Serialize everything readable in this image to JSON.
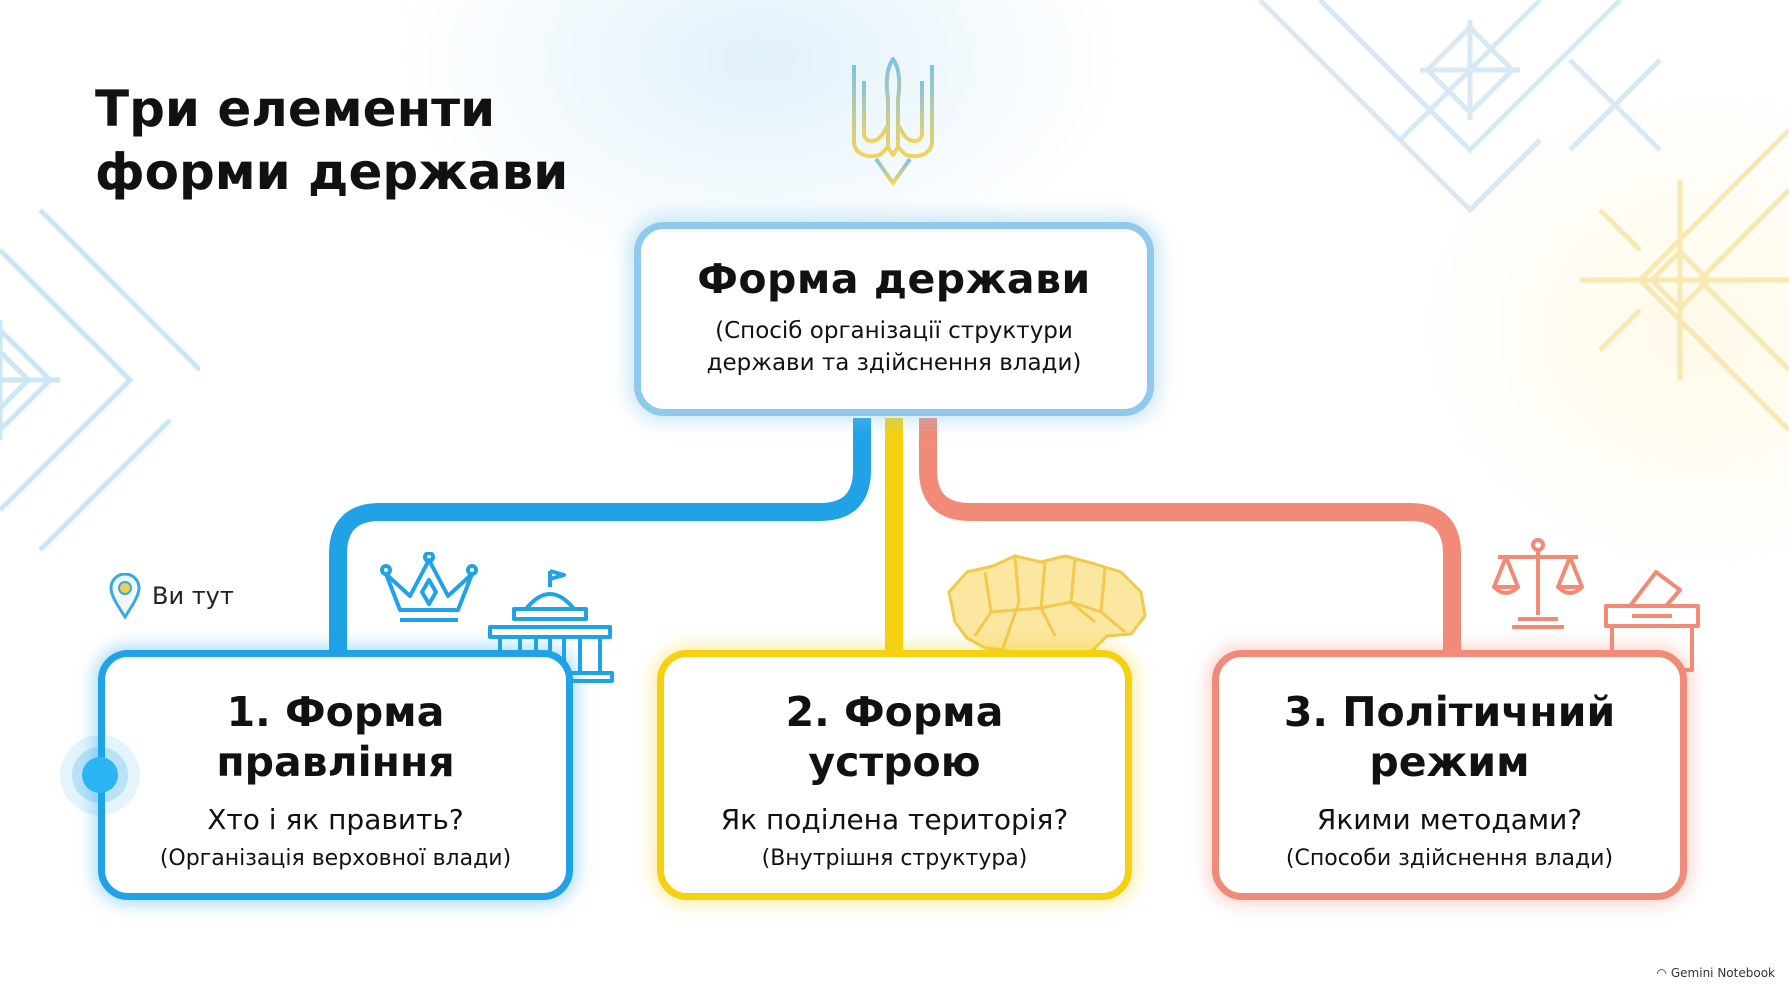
{
  "title": "Три елементи\nформи держави",
  "root": {
    "heading": "Форма держави",
    "subtitle": "(Спосіб організації структури\nдержави та здійснення влади)"
  },
  "elements": [
    {
      "heading": "1. Форма\nправління",
      "question": "Хто і як править?",
      "note": "(Організація верховної влади)",
      "color": "#1fa2e6",
      "icons": [
        "crown-icon",
        "parliament-building-icon"
      ]
    },
    {
      "heading": "2. Форма\nустрою",
      "question": "Як поділена територія?",
      "note": "(Внутрішня структура)",
      "color": "#f6d10f",
      "icons": [
        "ukraine-map-icon"
      ]
    },
    {
      "heading": "3. Політичний\nрежим",
      "question": "Якими методами?",
      "note": "(Способи здійснення влади)",
      "color": "#f18a77",
      "icons": [
        "scales-icon",
        "ballot-box-icon"
      ]
    }
  ],
  "you_are_here": "Ви тут",
  "watermark": "Gemini Notebook",
  "colors": {
    "root_border": "#8fc9ec",
    "blue": "#1fa2e6",
    "yellow": "#f6d10f",
    "coral": "#f18a77"
  },
  "decor_icons": [
    "trident-icon",
    "embroidery-ornament-icon"
  ]
}
